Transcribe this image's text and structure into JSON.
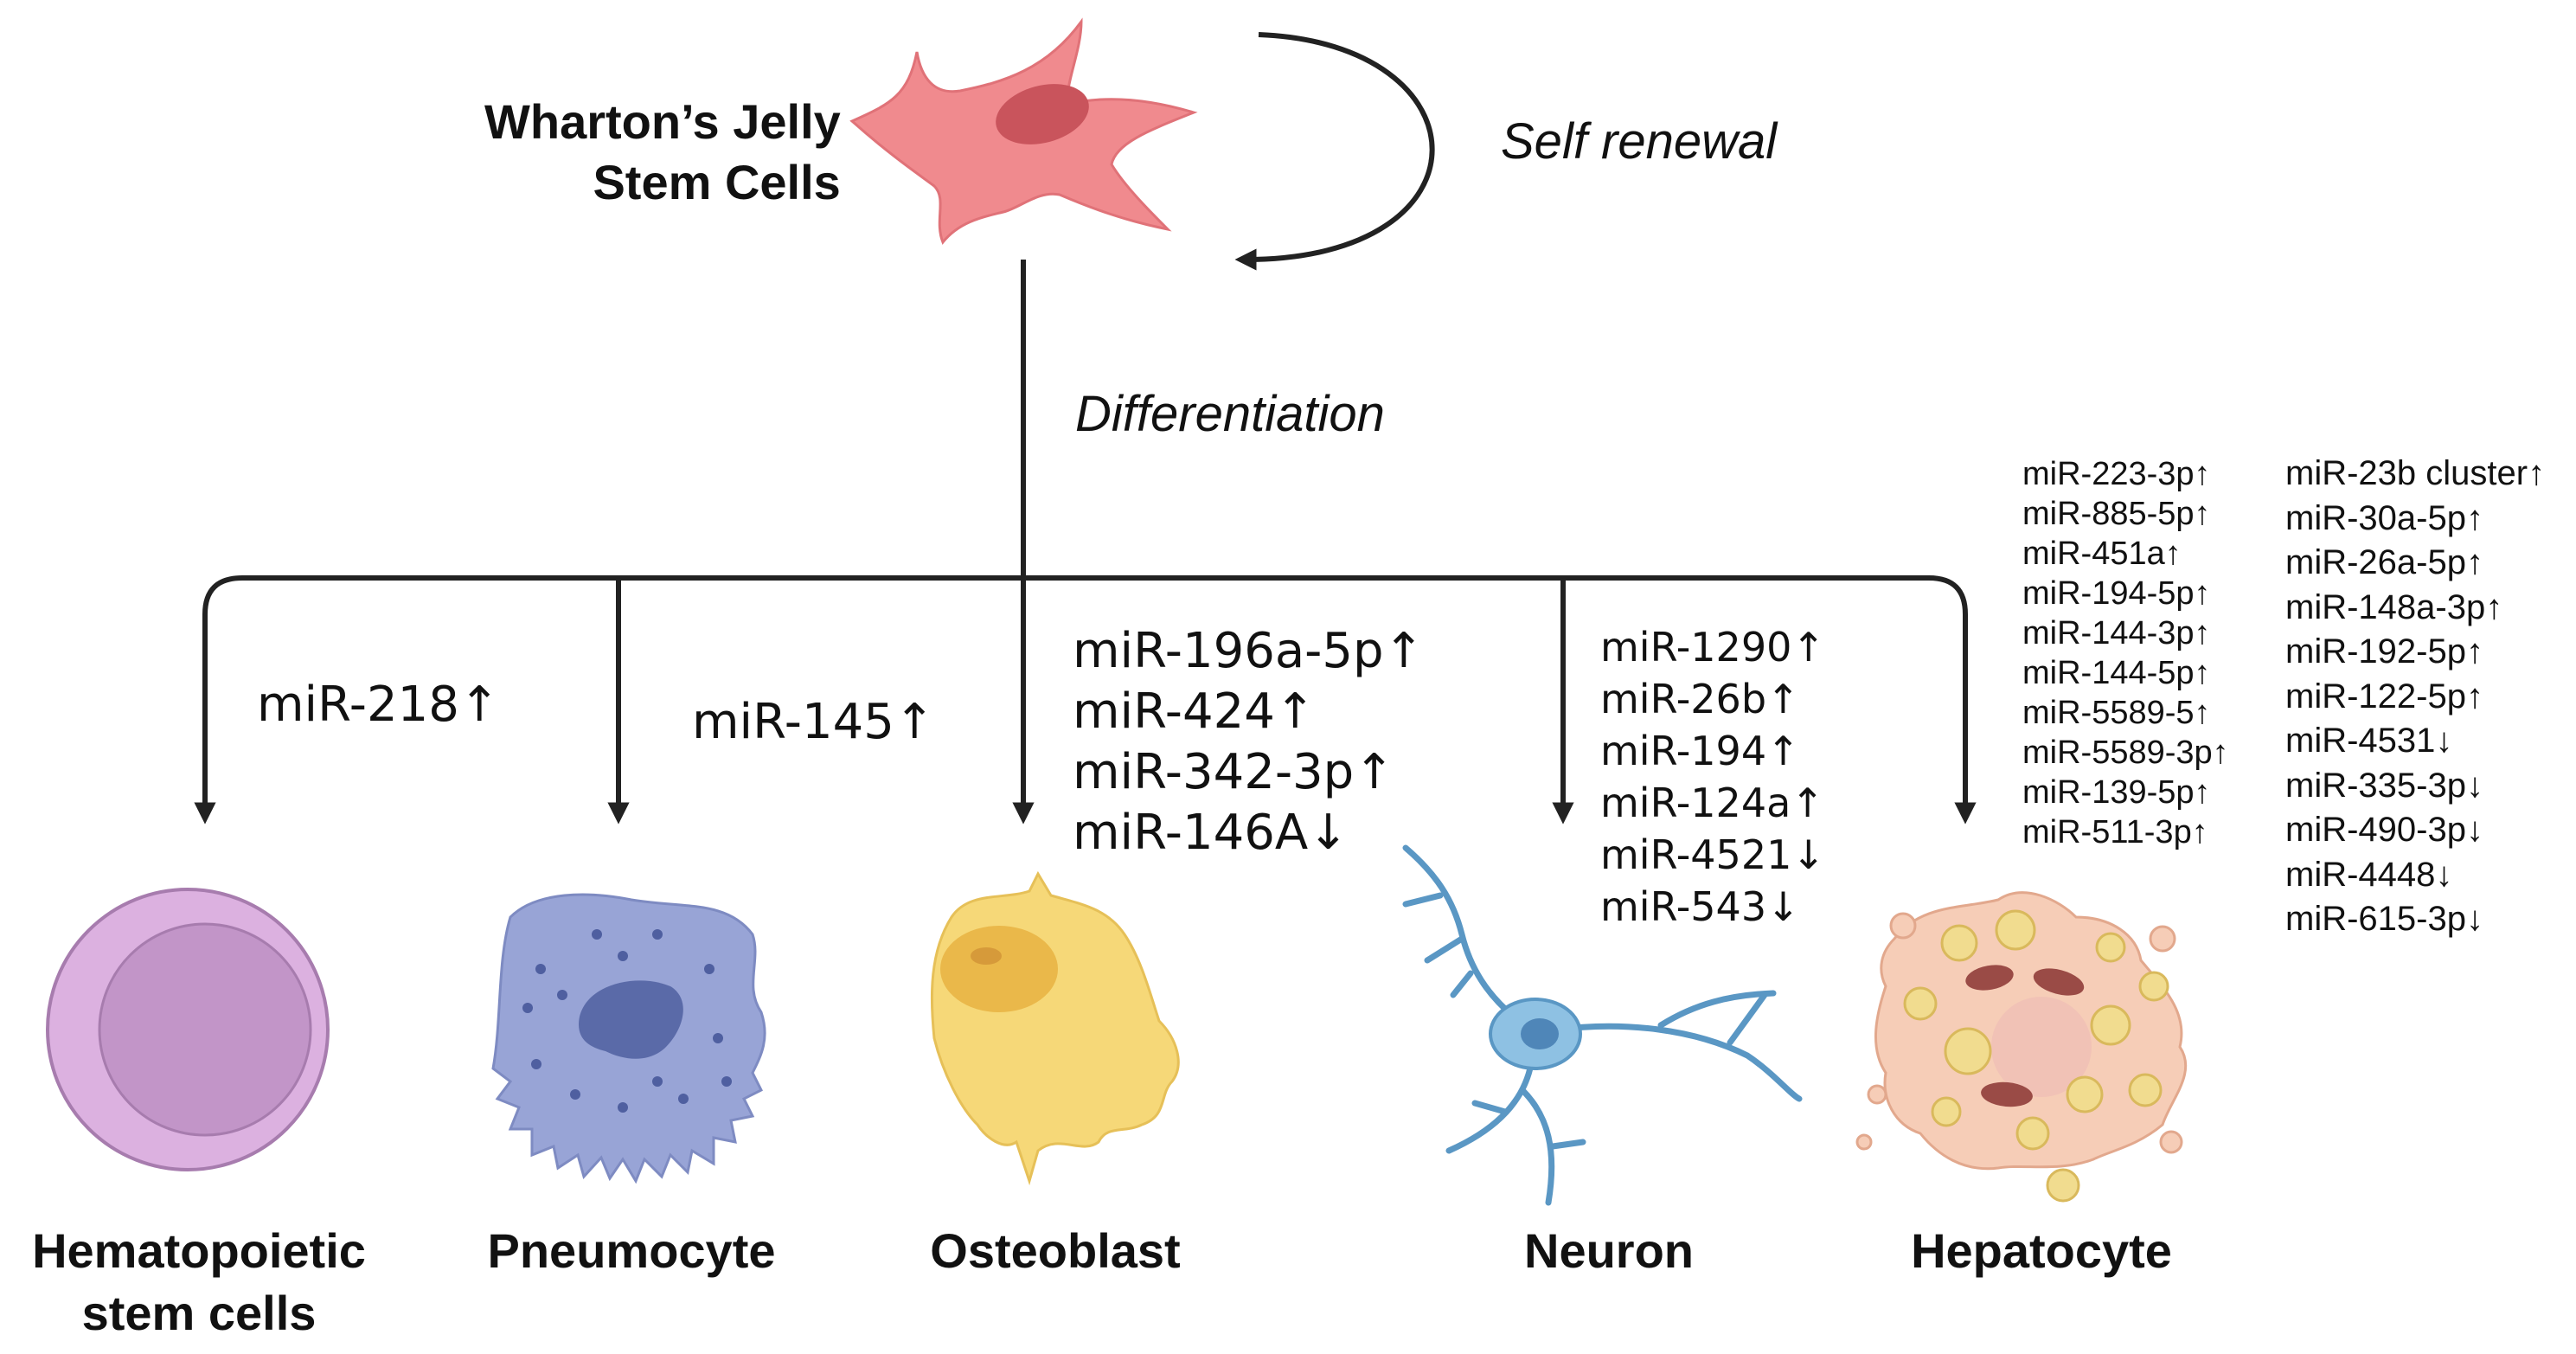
{
  "source": {
    "line1": "Wharton’s Jelly",
    "line2": "Stem Cells"
  },
  "self_renewal": "Self renewal",
  "differentiation": "Differentiation",
  "branches": {
    "hematopoietic": {
      "name_line1": "Hematopoietic",
      "name_line2": "stem cells",
      "mirnas": [
        "miR-218↑"
      ]
    },
    "pneumocyte": {
      "name": "Pneumocyte",
      "mirnas": [
        "miR-145↑"
      ]
    },
    "osteoblast": {
      "name": "Osteoblast",
      "mirnas": [
        "miR-196a-5p↑",
        "miR-424↑",
        "miR-342-3p↑",
        "miR-146A↓"
      ]
    },
    "neuron": {
      "name": "Neuron",
      "mirnas": [
        "miR-1290↑",
        "miR-26b↑",
        "miR-194↑",
        "miR-124a↑",
        "miR-4521↓",
        "miR-543↓"
      ]
    },
    "hepatocyte": {
      "name": "Hepatocyte",
      "mirnas_col1": [
        "miR-223-3p↑",
        "miR-885-5p↑",
        "miR-451a↑",
        "miR-194-5p↑",
        "miR-144-3p↑",
        "miR-144-5p↑",
        "miR-5589-5↑",
        "miR-5589-3p↑",
        "miR-139-5p↑",
        "miR-511-3p↑"
      ],
      "mirnas_col2": [
        "miR-23b cluster↑",
        "miR-30a-5p↑",
        "miR-26a-5p↑",
        "miR-148a-3p↑",
        "miR-192-5p↑",
        "miR-122-5p↑",
        "miR-4531↓",
        "miR-335-3p↓",
        "miR-490-3p↓",
        "miR-4448↓",
        "miR-615-3p↓"
      ]
    }
  },
  "colors": {
    "line": "#222222",
    "stem_cell": "#f08a8e",
    "stem_nucleus": "#c9545c",
    "hsc_outer": "#dcb1e0",
    "hsc_inner": "#c295c8",
    "pneumocyte": "#98a4d6",
    "pneumocyte_nucleus": "#5a6aa8",
    "osteoblast": "#f6d878",
    "osteoblast_nucleus": "#eab84a",
    "neuron": "#6fa8d0",
    "hepatocyte": "#f6cdb7",
    "hepatocyte_vesicle": "#f1dc8f"
  }
}
